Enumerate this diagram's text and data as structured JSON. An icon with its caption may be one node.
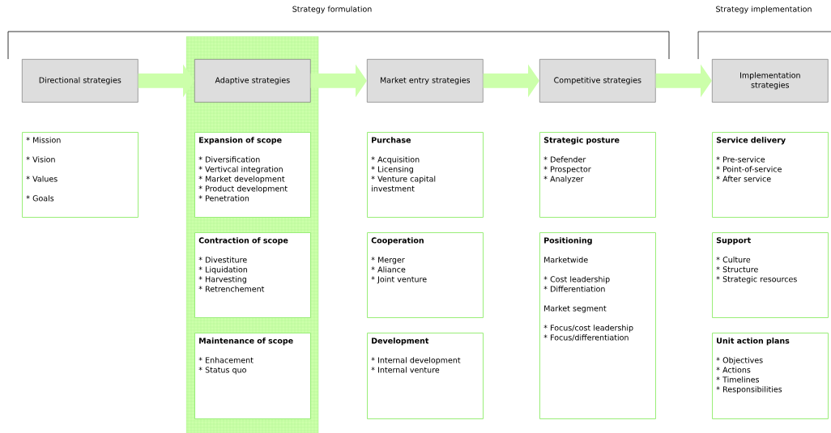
{
  "diagram": {
    "nodes": [
      {
        "text": [],
        "shape": "box"
      },
      {
        "text": [
          "Directional strategies"
        ]
      },
      {
        "text": [
          "Adaptive strategies"
        ],
        "in": 0
      },
      {
        "text": [
          "Market entry strategies"
        ]
      },
      {
        "text": [
          "Competitive strategies"
        ]
      },
      {
        "text": [
          "Implementation strategies"
        ]
      },
      {
        "text": [
          "* Mission",
          "* Vision",
          "* Values",
          "* Goals"
        ]
      },
      {
        "text": [
          "Expansion of scope",
          "* Diversification",
          "* Vertivcal integration",
          "* Market development",
          "* Product development",
          "* Penetration"
        ],
        "in": 0
      },
      {
        "text": [
          "Purchase",
          "* Acquisition",
          "* Licensing",
          "* Venture capital investment"
        ]
      },
      {
        "text": [
          "Strategic posture",
          "* Defender",
          "* Prospector",
          "* Analyzer"
        ]
      },
      {
        "text": [
          "Service delivery",
          "* Pre-service",
          "* Point-of-service",
          "* After service"
        ]
      },
      {
        "text": [
          "Contraction of scope",
          "* Divestiture",
          "* Liquidation",
          "* Harvesting",
          "* Retrenchement"
        ],
        "in": 0
      },
      {
        "text": [
          "Cooperation",
          "* Merger",
          "* Aliance",
          "* Joint venture"
        ]
      },
      {
        "text": [
          "Positioning",
          "Marketwide",
          "* Cost leadership",
          "* Differentiation",
          "Market segment",
          "* Focus/cost leadership",
          "* Focus/differentiation"
        ]
      },
      {
        "text": [
          "Support",
          "* Culture",
          "* Structure",
          "* Strategic resources"
        ]
      },
      {
        "text": [
          "Maintenance of scope",
          "* Enhacement",
          "* Status quo"
        ],
        "in": 0
      },
      {
        "text": [
          "Development",
          "* Internal development",
          "* Internal venture"
        ]
      },
      {
        "text": [
          "Unit action plans",
          "* Objectives",
          "* Actions",
          "* Timelines",
          "* Responsibilities"
        ]
      }
    ],
    "edges": [
      {
        "from": 1,
        "to": 2,
        "arrow": "to"
      },
      {
        "from": 2,
        "to": 3,
        "arrow": "to"
      },
      {
        "from": 3,
        "to": 4,
        "arrow": "to"
      },
      {
        "from": 4,
        "to": 5,
        "arrow": "to"
      }
    ],
    "labels": [
      "Strategy formulation",
      "Strategy implementation"
    ]
  }
}
